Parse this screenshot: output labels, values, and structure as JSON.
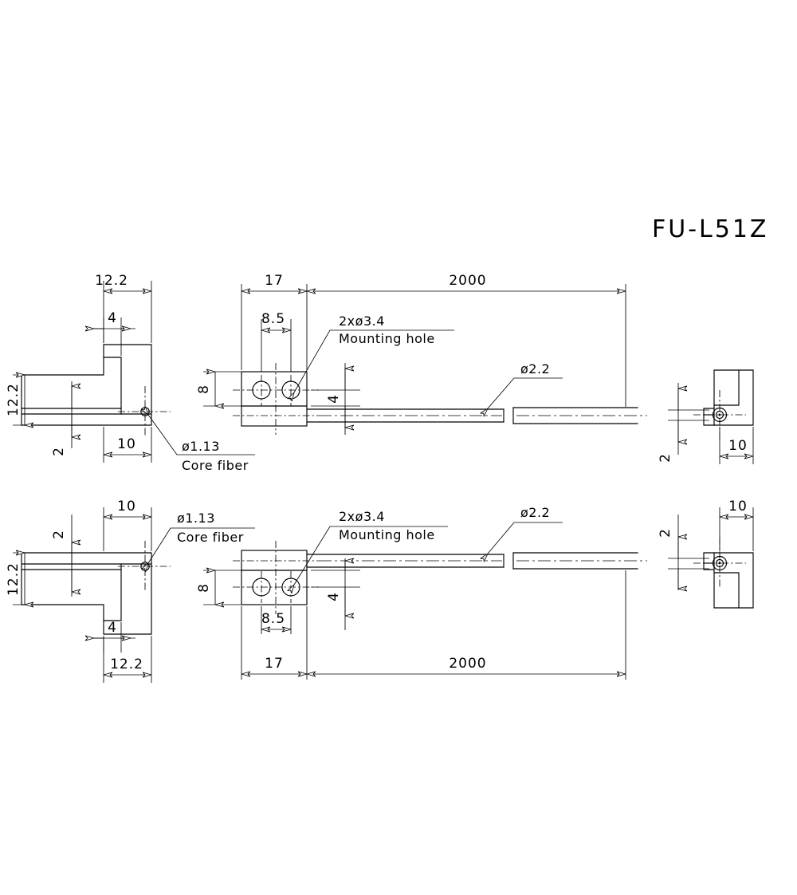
{
  "drawing": {
    "title": "FU-L51Z",
    "units_note": "",
    "background_color": "#ffffff",
    "line_color": "#000000"
  },
  "labels": {
    "core_fiber_dia": "ø1.13",
    "core_fiber_text": "Core fiber",
    "mounting_hole_dia": "2xø3.4",
    "mounting_hole_text": "Mounting hole",
    "cable_dia": "ø2.2"
  },
  "dimensions": {
    "d12_2": "12.2",
    "d4": "4",
    "d10": "10",
    "d2": "2",
    "d17": "17",
    "d8_5": "8.5",
    "d8": "8",
    "d2000": "2000",
    "d4b": "4"
  },
  "views": {
    "top_left": {
      "name": "side-view-upper-left",
      "dims": [
        "12.2",
        "4",
        "12.2",
        "2",
        "10"
      ],
      "callout": "ø1.13 Core fiber"
    },
    "top_middle": {
      "name": "front-view-upper-middle",
      "dims": [
        "17",
        "8.5",
        "8",
        "4",
        "2000"
      ],
      "callouts": [
        "2xø3.4 Mounting hole",
        "ø2.2"
      ]
    },
    "top_right": {
      "name": "end-view-upper-right",
      "dims": [
        "2",
        "10"
      ]
    },
    "bottom_left": {
      "name": "side-view-lower-left",
      "dims": [
        "2",
        "10",
        "12.2",
        "4",
        "12.2"
      ],
      "callout": "ø1.13 Core fiber"
    },
    "bottom_middle": {
      "name": "front-view-lower-middle",
      "dims": [
        "8.5",
        "4",
        "17",
        "2000",
        "8"
      ],
      "callouts": [
        "2xø3.4 Mounting hole",
        "ø2.2"
      ]
    },
    "bottom_right": {
      "name": "end-view-lower-right",
      "dims": [
        "2",
        "10"
      ]
    }
  }
}
